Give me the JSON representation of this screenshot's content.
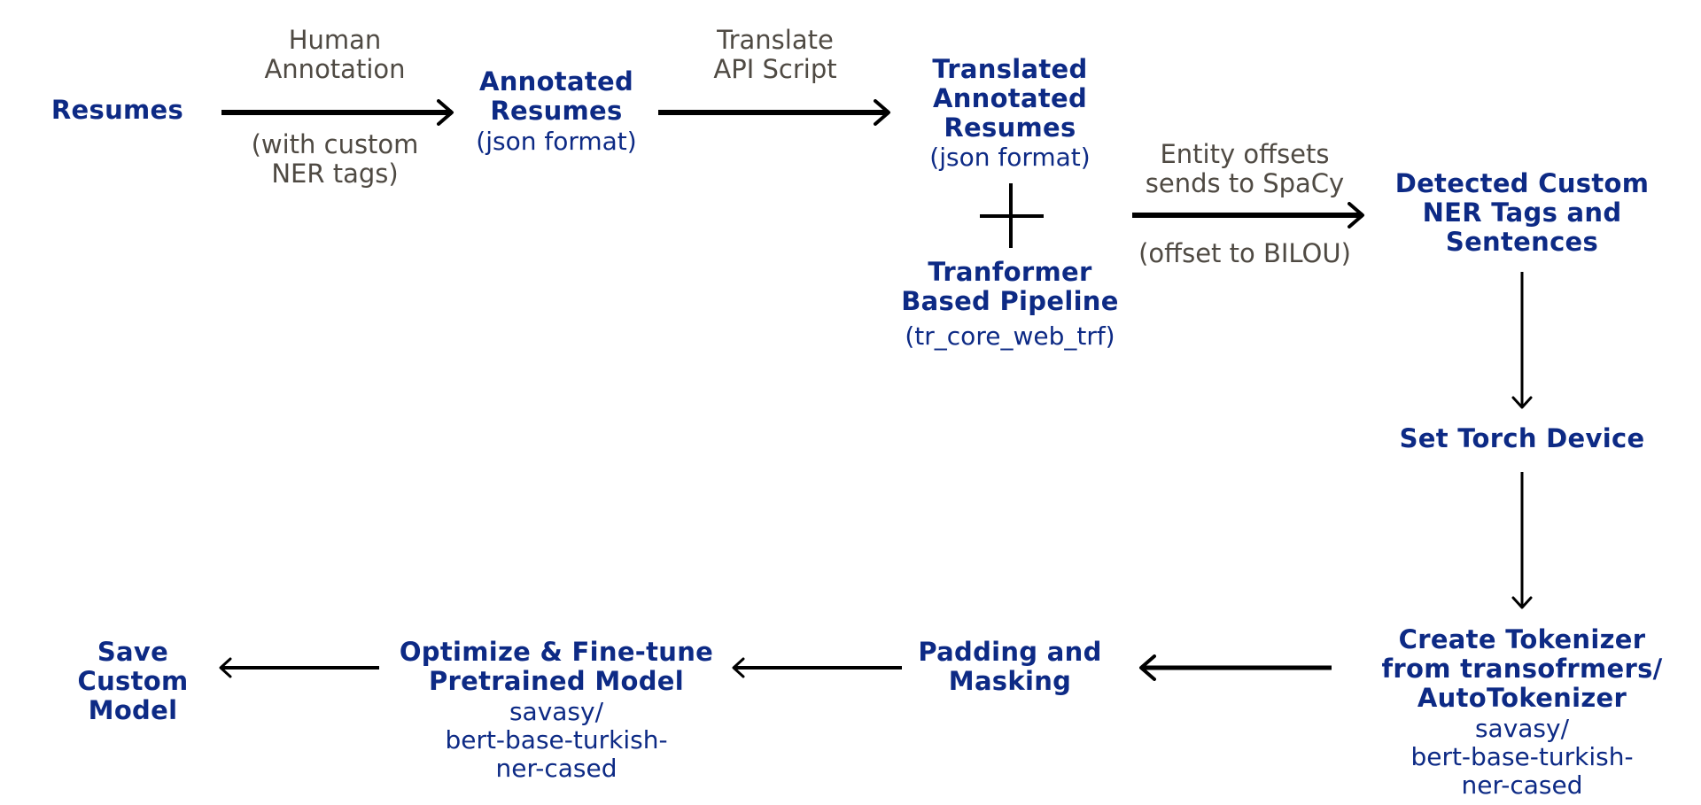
{
  "nodes": {
    "resumes": {
      "title": [
        "Resumes"
      ]
    },
    "annotated": {
      "title": [
        "Annotated",
        "Resumes"
      ],
      "sub": [
        "(json format)"
      ]
    },
    "translated": {
      "title": [
        "Translated",
        "Annotated",
        "Resumes"
      ],
      "sub": [
        "(json format)"
      ]
    },
    "pipeline": {
      "title": [
        "Tranformer",
        "Based Pipeline"
      ],
      "sub": [
        "(tr_core_web_trf)"
      ]
    },
    "detected": {
      "title": [
        "Detected Custom",
        "NER Tags and",
        "Sentences"
      ]
    },
    "torch": {
      "title": [
        "Set Torch Device"
      ]
    },
    "tokenizer": {
      "title": [
        "Create Tokenizer",
        "from transofrmers/",
        "AutoTokenizer"
      ],
      "sub": [
        "savasy/",
        "bert-base-turkish-",
        "ner-cased"
      ]
    },
    "padding": {
      "title": [
        "Padding and",
        "Masking"
      ]
    },
    "optimize": {
      "title": [
        "Optimize & Fine-tune",
        "Pretrained Model"
      ],
      "sub": [
        "savasy/",
        "bert-base-turkish-",
        "ner-cased"
      ]
    },
    "save": {
      "title": [
        "Save",
        "Custom",
        "Model"
      ]
    }
  },
  "annotations": {
    "human": [
      "Human",
      "Annotation"
    ],
    "custom_tags": [
      "(with custom",
      "NER tags)"
    ],
    "translate": [
      "Translate",
      "API Script"
    ],
    "entity": [
      "Entity offsets",
      "sends to SpaCy"
    ],
    "bilou": [
      "(offset to BILOU)"
    ]
  },
  "plus_symbol": "+",
  "colors": {
    "node": "#0d2a85",
    "annotation": "#4f4a43",
    "arrow": "#000000"
  }
}
